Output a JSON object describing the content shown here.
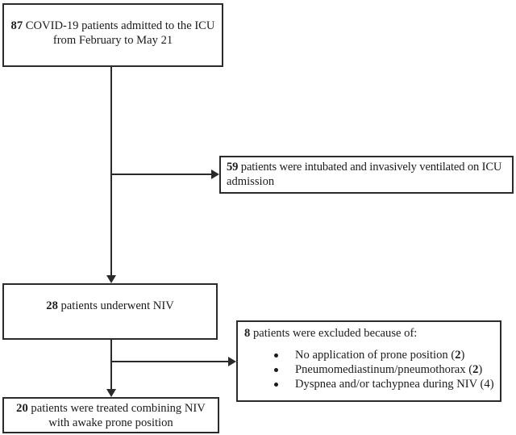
{
  "diagram_type": "patient-flowchart",
  "colors": {
    "background": "#ffffff",
    "text": "#1b1b1b",
    "border": "#2b2b2b"
  },
  "boxes": {
    "admitted": {
      "count": "87",
      "line1": " COVID-19 patients admitted to the ICU",
      "line2": "from February to May 21"
    },
    "intubated": {
      "count": "59",
      "line1": " patients were intubated and invasively ventilated on ICU",
      "line2": "admission"
    },
    "niv": {
      "count": "28",
      "line1": " patients underwent NIV"
    },
    "excluded": {
      "count": "8",
      "header": " patients were excluded because of:",
      "bullets": [
        {
          "pre": "No application of prone position (",
          "num": "2",
          "post": ")"
        },
        {
          "pre": "Pneumomediastinum/pneumothorax (",
          "num": "2",
          "post": ")"
        },
        {
          "pre": "Dyspnea and/or tachypnea during NIV (",
          "num": "4",
          "post": ")"
        }
      ]
    },
    "prone": {
      "count": "20",
      "line1": " patients were treated combining NIV",
      "line2": "with awake prone position"
    }
  }
}
